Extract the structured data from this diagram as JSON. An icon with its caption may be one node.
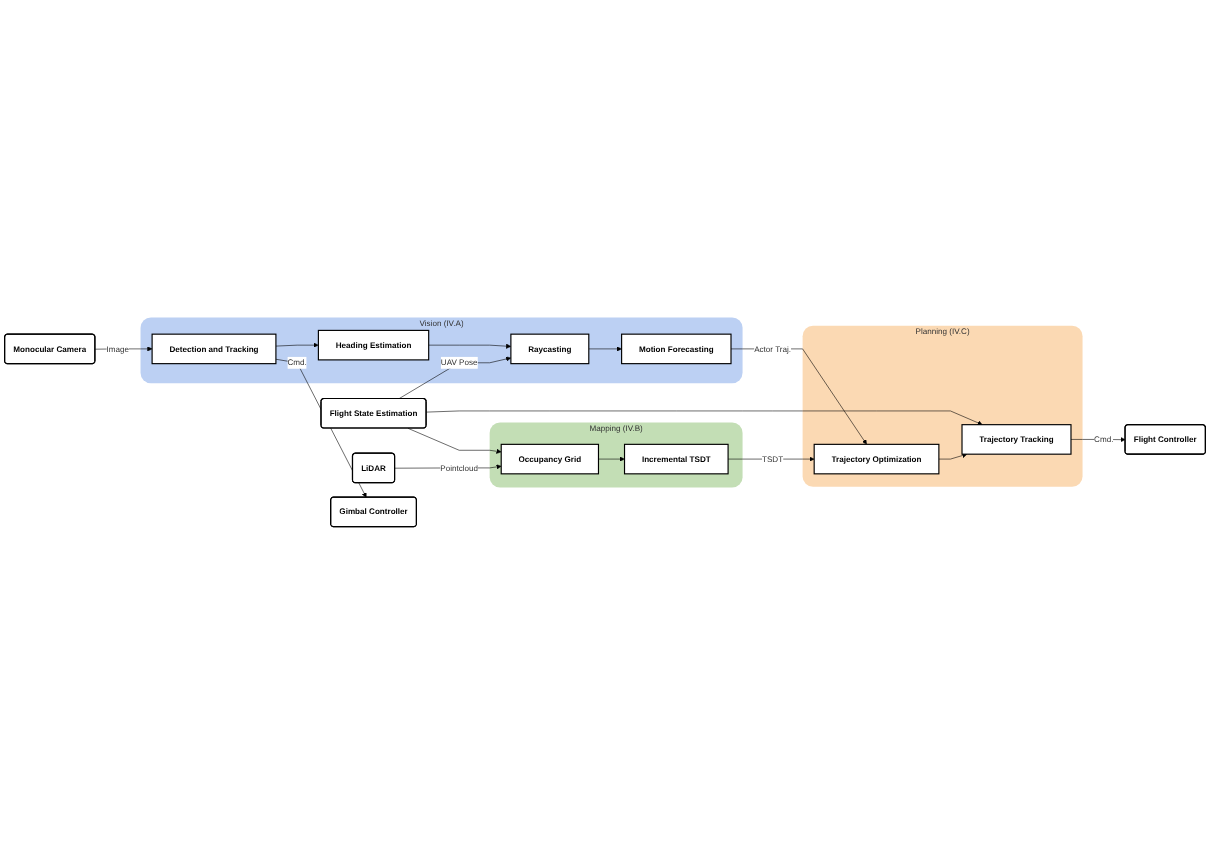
{
  "diagram": {
    "nodes": [
      {
        "text": [
          "Monocular Camera"
        ]
      },
      {
        "text": [
          "Flight State Estimation"
        ]
      },
      {
        "text": [
          "LiDAR"
        ]
      },
      {
        "text": [
          "Vision (IV.A)"
        ]
      },
      {
        "text": [
          "Detection and Tracking"
        ],
        "in": 3
      },
      {
        "text": [
          "Heading Estimation"
        ],
        "in": 3
      },
      {
        "text": [
          "Raycasting"
        ],
        "in": 3
      },
      {
        "text": [
          "Motion Forecasting"
        ],
        "in": 3
      },
      {
        "text": [
          "Gimbal Controller"
        ]
      },
      {
        "text": [
          "Mapping (IV.B)"
        ]
      },
      {
        "text": [
          "Occupancy Grid"
        ],
        "in": 9
      },
      {
        "text": [
          "Incremental TSDT"
        ],
        "in": 9
      },
      {
        "text": [
          "Planning (IV.C)"
        ]
      },
      {
        "text": [
          "Trajectory Optimization"
        ],
        "in": 12
      },
      {
        "text": [
          "Trajectory Tracking"
        ],
        "in": 12
      },
      {
        "text": [
          "Flight Controller"
        ]
      }
    ],
    "edges": [
      {
        "from": 0,
        "to": 4,
        "arrow": "to",
        "label": "Image"
      },
      {
        "from": 4,
        "to": 8,
        "arrow": "to",
        "label": "Cmd."
      },
      {
        "from": 4,
        "to": 5,
        "arrow": "to"
      },
      {
        "from": 5,
        "to": 6,
        "arrow": "to"
      },
      {
        "from": 1,
        "to": 6,
        "arrow": "to",
        "label": "UAV Pose"
      },
      {
        "from": 6,
        "to": 7,
        "arrow": "to"
      },
      {
        "from": 7,
        "to": 13,
        "arrow": "to",
        "label": "Actor Traj."
      },
      {
        "from": 1,
        "to": 10,
        "arrow": "to"
      },
      {
        "from": 1,
        "to": 14,
        "arrow": "to"
      },
      {
        "from": 2,
        "to": 10,
        "arrow": "to",
        "label": "Pointcloud"
      },
      {
        "from": 10,
        "to": 11,
        "arrow": "to"
      },
      {
        "from": 11,
        "to": 13,
        "arrow": "to",
        "label": "TSDT"
      },
      {
        "from": 13,
        "to": 14,
        "arrow": "to"
      },
      {
        "from": 14,
        "to": 15,
        "arrow": "to",
        "label": "Cmd."
      }
    ]
  }
}
